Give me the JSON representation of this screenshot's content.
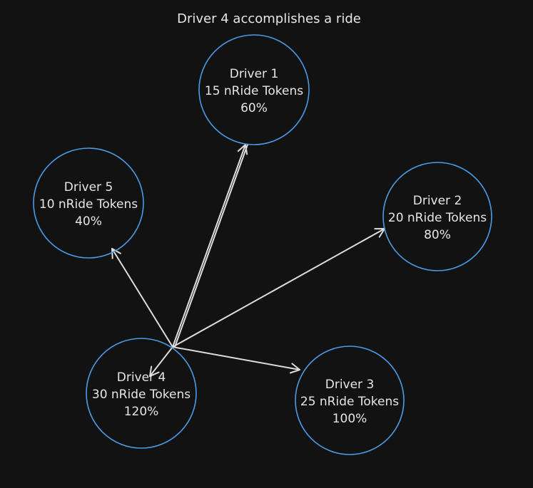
{
  "title": "Driver 4 accomplishes a ride",
  "colors": {
    "background": "#121212",
    "node_stroke": "#4a9be8",
    "edge": "#dcdcdc",
    "text": "#e6e6e6"
  },
  "nodes": [
    {
      "id": "driver1",
      "name": "Driver 1",
      "tokens": "15 nRide Tokens",
      "percent": "60%"
    },
    {
      "id": "driver2",
      "name": "Driver 2",
      "tokens": "20 nRide Tokens",
      "percent": "80%"
    },
    {
      "id": "driver3",
      "name": "Driver 3",
      "tokens": "25 nRide Tokens",
      "percent": "100%"
    },
    {
      "id": "driver4",
      "name": "Driver 4",
      "tokens": "30 nRide Tokens",
      "percent": "120%"
    },
    {
      "id": "driver5",
      "name": "Driver 5",
      "tokens": "10 nRide Tokens",
      "percent": "40%"
    }
  ],
  "edges": [
    {
      "from": "driver4",
      "to": "driver1"
    },
    {
      "from": "driver4",
      "to": "driver2"
    },
    {
      "from": "driver4",
      "to": "driver3"
    },
    {
      "from": "driver4",
      "to": "driver4"
    },
    {
      "from": "driver4",
      "to": "driver5"
    }
  ]
}
